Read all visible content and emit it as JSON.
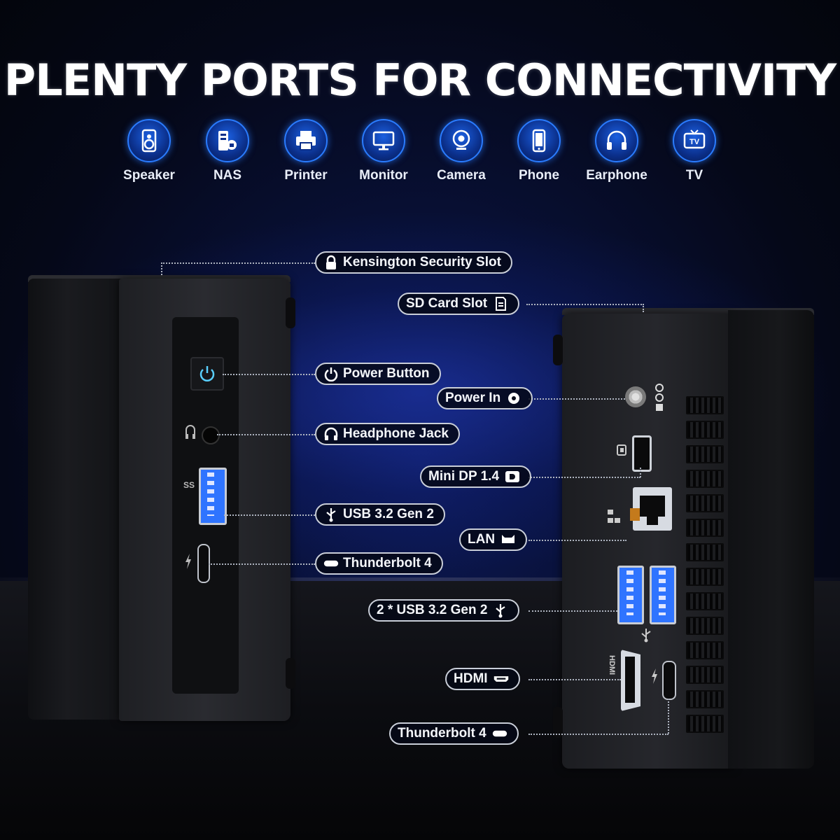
{
  "title": "PLENTY PORTS FOR CONNECTIVITY",
  "devices": [
    {
      "label": "Speaker",
      "icon": "speaker-icon"
    },
    {
      "label": "NAS",
      "icon": "nas-icon"
    },
    {
      "label": "Printer",
      "icon": "printer-icon"
    },
    {
      "label": "Monitor",
      "icon": "monitor-icon"
    },
    {
      "label": "Camera",
      "icon": "camera-icon"
    },
    {
      "label": "Phone",
      "icon": "phone-icon"
    },
    {
      "label": "Earphone",
      "icon": "earphone-icon"
    },
    {
      "label": "TV",
      "icon": "tv-icon"
    }
  ],
  "front_callouts": {
    "kensington": "Kensington Security Slot",
    "power_button": "Power Button",
    "headphone": "Headphone Jack",
    "usb": "USB 3.2 Gen 2",
    "thunderbolt": "Thunderbolt 4"
  },
  "rear_callouts": {
    "sd_card": "SD Card Slot",
    "power_in": "Power In",
    "mini_dp": "Mini DP 1.4",
    "lan": "LAN",
    "usb_pair": "2 * USB 3.2 Gen 2",
    "hdmi": "HDMI",
    "thunderbolt": "Thunderbolt 4"
  },
  "colors": {
    "accent": "#2a7cff",
    "usb_port": "#2f74ff",
    "callout_border": "#c9ced8"
  }
}
